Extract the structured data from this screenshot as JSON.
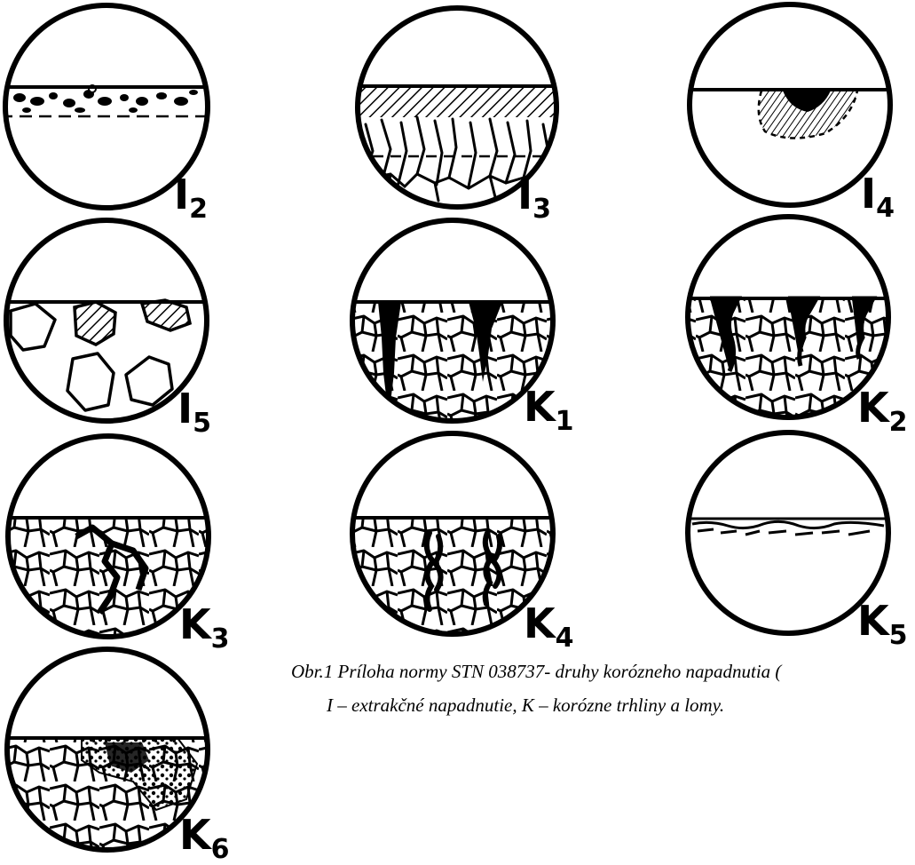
{
  "panels": [
    {
      "id": "I2",
      "letter": "I",
      "sub": "2"
    },
    {
      "id": "I3",
      "letter": "I",
      "sub": "3"
    },
    {
      "id": "I4",
      "letter": "I",
      "sub": "4"
    },
    {
      "id": "I5",
      "letter": "I",
      "sub": "5"
    },
    {
      "id": "K1",
      "letter": "K",
      "sub": "1"
    },
    {
      "id": "K2",
      "letter": "K",
      "sub": "2"
    },
    {
      "id": "K3",
      "letter": "K",
      "sub": "3"
    },
    {
      "id": "K4",
      "letter": "K",
      "sub": "4"
    },
    {
      "id": "K5",
      "letter": "K",
      "sub": "5"
    },
    {
      "id": "K6",
      "letter": "K",
      "sub": "6"
    }
  ],
  "caption": {
    "line1": "Obr.1 Príloha normy STN 038737- druhy korózneho napadnutia (",
    "line2": "I – extrakčné napadnutie, K – korózne trhliny a lomy."
  },
  "colors": {
    "ink": "#000000",
    "background": "#ffffff"
  }
}
